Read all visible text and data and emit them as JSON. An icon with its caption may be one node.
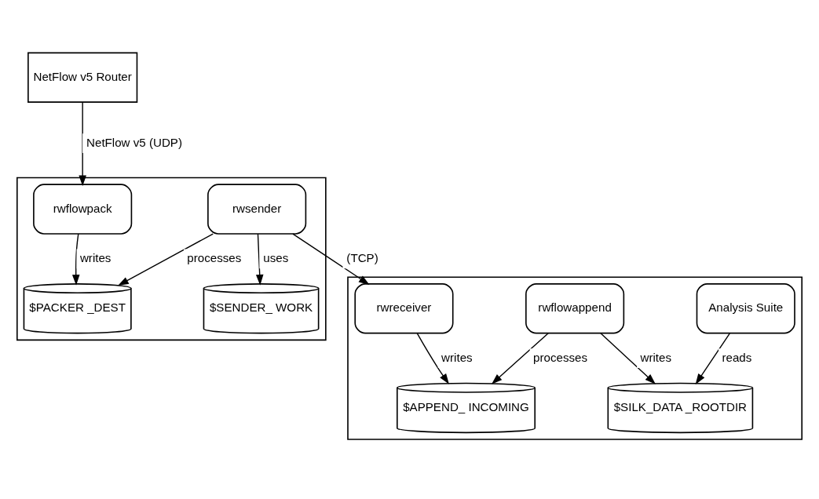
{
  "diagram": {
    "nodes": [
      {
        "text": [
          "NetFlow v5 Router"
        ]
      },
      {
        "text": [],
        "shape": "box"
      },
      {
        "text": [
          "rwflowpack"
        ],
        "in": 1
      },
      {
        "text": [
          "rwsender"
        ],
        "in": 1
      },
      {
        "text": [
          "$PACKER _DEST"
        ],
        "in": 1
      },
      {
        "text": [
          "$SENDER_ WORK"
        ],
        "in": 1
      },
      {
        "text": [],
        "shape": "box"
      },
      {
        "text": [
          "rwreceiver"
        ],
        "in": 6
      },
      {
        "text": [
          "rwflowappend"
        ],
        "in": 6
      },
      {
        "text": [
          "Analysis Suite"
        ],
        "in": 6
      },
      {
        "text": [
          "$APPEND_ INCOMING"
        ],
        "in": 6
      },
      {
        "text": [
          "$SILK_DATA _ROOTDIR"
        ],
        "in": 6
      }
    ],
    "edges": [
      {
        "from": 0,
        "to": 2,
        "arrow": "to",
        "label": "NetFlow v5 (UDP)"
      },
      {
        "from": 2,
        "to": 4,
        "arrow": "to",
        "label": "writes"
      },
      {
        "from": 3,
        "to": 4,
        "arrow": "to",
        "label": "processes"
      },
      {
        "from": 3,
        "to": 5,
        "arrow": "to",
        "label": "uses"
      },
      {
        "from": 3,
        "to": 7,
        "arrow": "to",
        "label": "(TCP)"
      },
      {
        "from": 7,
        "to": 10,
        "arrow": "to",
        "label": "writes"
      },
      {
        "from": 8,
        "to": 10,
        "arrow": "to",
        "label": "processes"
      },
      {
        "from": 8,
        "to": 11,
        "arrow": "to",
        "label": "writes"
      },
      {
        "from": 9,
        "to": 11,
        "arrow": "to",
        "label": "reads"
      }
    ]
  }
}
